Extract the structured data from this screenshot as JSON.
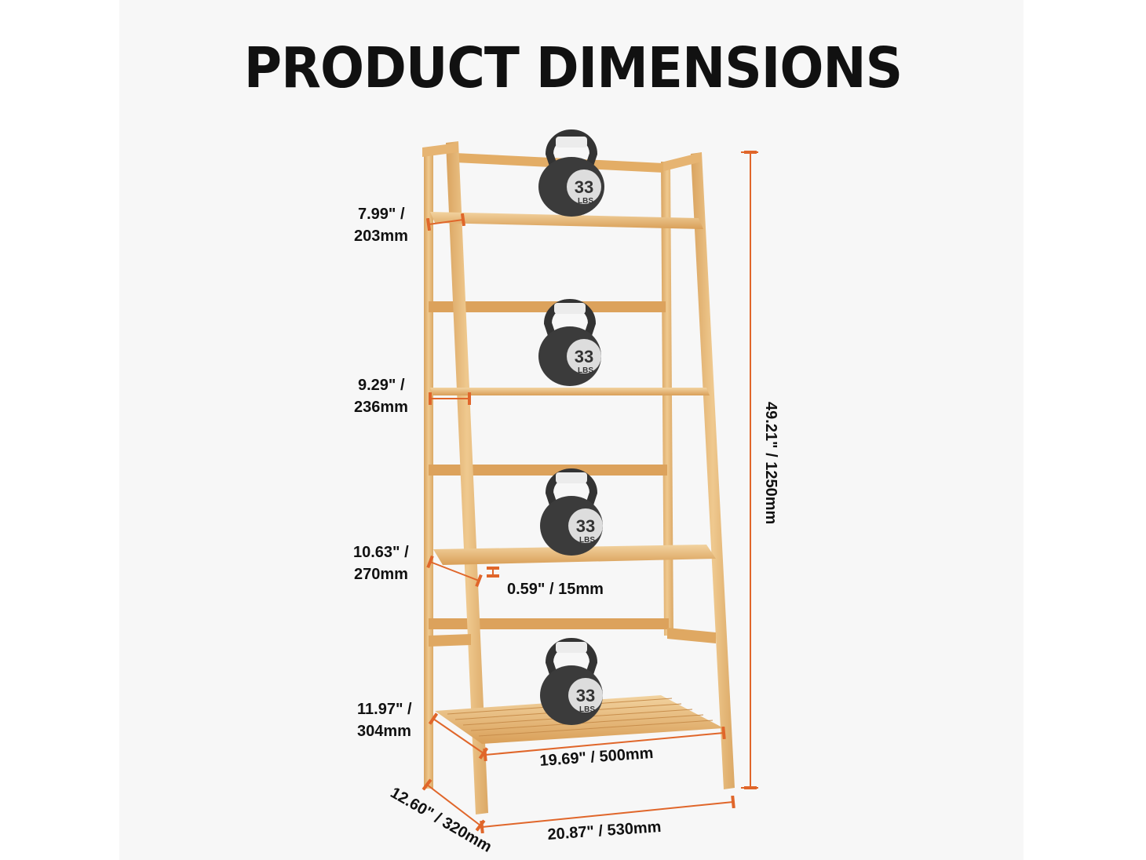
{
  "title": "PRODUCT DIMENSIONS",
  "accent_color": "#e0662a",
  "wood_color": "#e8b777",
  "kettlebell_text": {
    "weight": "33",
    "unit": "LBS"
  },
  "dimensions": {
    "gap1_in": "7.99\" /",
    "gap1_mm": "203mm",
    "gap2_in": "9.29\" /",
    "gap2_mm": "236mm",
    "gap3_in": "10.63\" /",
    "gap3_mm": "270mm",
    "gap4_in": "11.97\" /",
    "gap4_mm": "304mm",
    "slat": "0.59\" / 15mm",
    "shelf_width": "19.69\" / 500mm",
    "height": "49.21\" / 1250mm",
    "depth": "12.60\" / 320mm",
    "base_width": "20.87\" / 530mm"
  }
}
